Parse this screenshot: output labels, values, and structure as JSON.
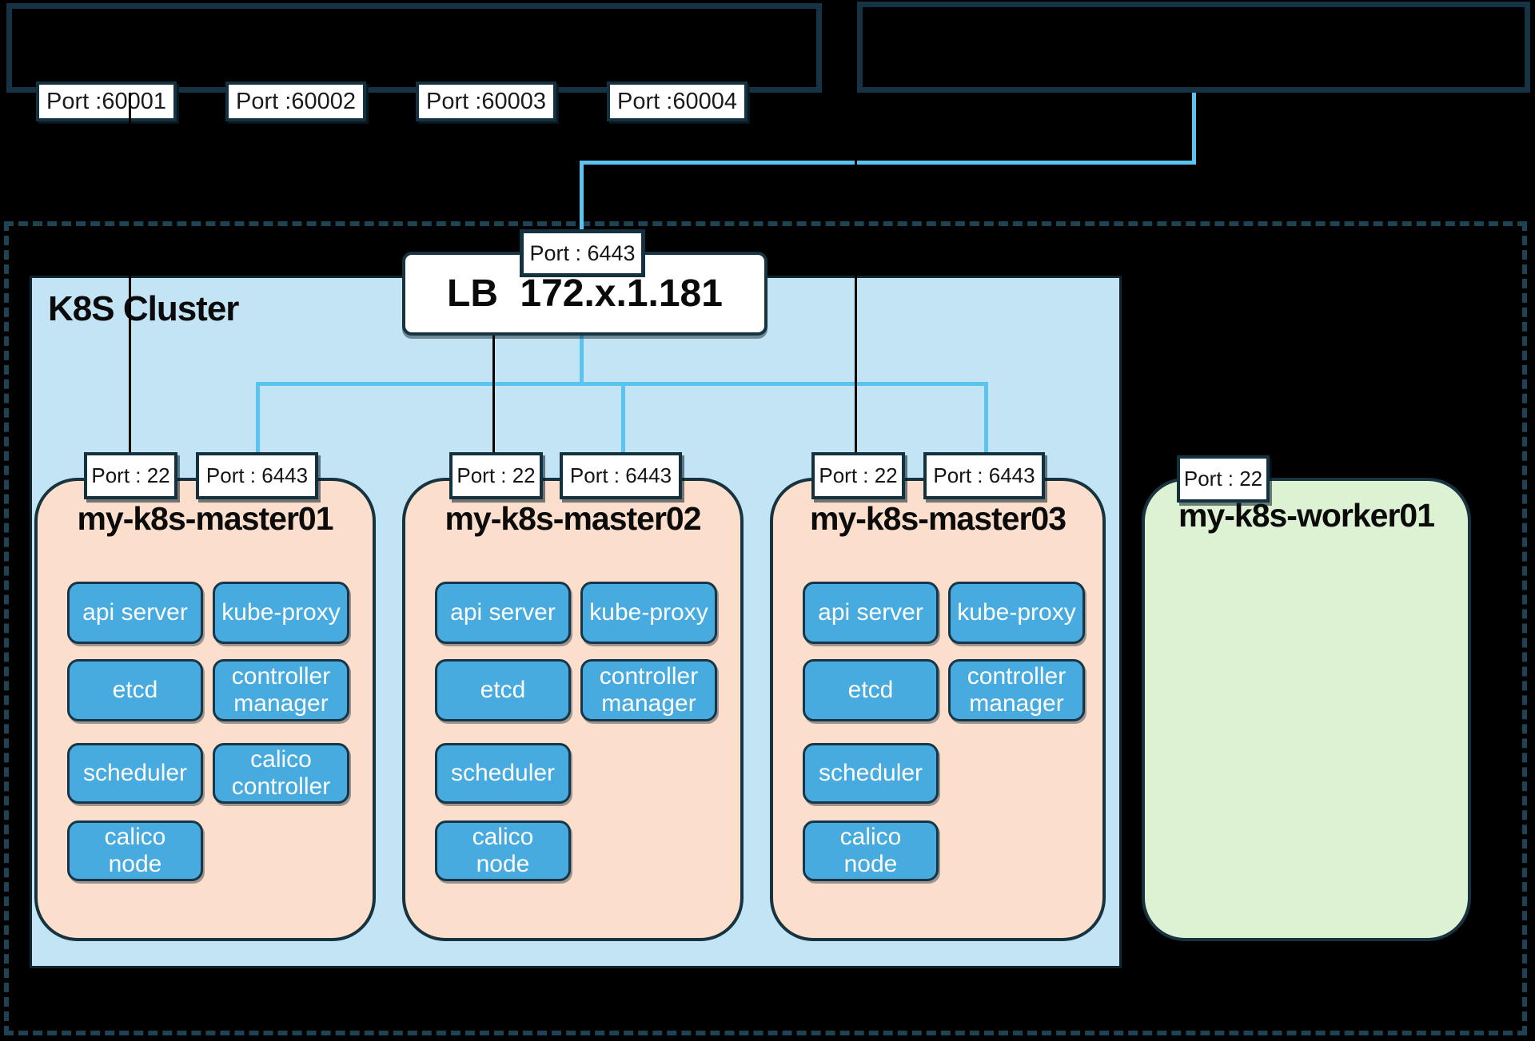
{
  "external": {
    "nodeport_labels": [
      "Port :60001",
      "Port :60002",
      "Port :60003",
      "Port :60004"
    ]
  },
  "load_balancer": {
    "port_label": "Port : 6443",
    "label": "LB 172.x.1.181"
  },
  "cluster": {
    "title": "K8S Cluster",
    "masters": [
      {
        "name": "my-k8s-master01",
        "port_ssh": "Port : 22",
        "port_api": "Port : 6443",
        "components": [
          "api server",
          "kube-proxy",
          "etcd",
          "controller\nmanager",
          "scheduler",
          "calico\ncontroller",
          "calico\nnode"
        ]
      },
      {
        "name": "my-k8s-master02",
        "port_ssh": "Port : 22",
        "port_api": "Port : 6443",
        "components": [
          "api server",
          "kube-proxy",
          "etcd",
          "controller\nmanager",
          "scheduler",
          "calico\nnode"
        ]
      },
      {
        "name": "my-k8s-master03",
        "port_ssh": "Port : 22",
        "port_api": "Port : 6443",
        "components": [
          "api server",
          "kube-proxy",
          "etcd",
          "controller\nmanager",
          "scheduler",
          "calico\nnode"
        ]
      }
    ]
  },
  "worker": {
    "name": "my-k8s-worker01",
    "port_ssh": "Port : 22"
  },
  "colors": {
    "cluster_bg": "#C2E4F4",
    "master_bg": "#FBDFCC",
    "worker_bg": "#DDF1D3",
    "component_bg": "#47ABDF",
    "link_sky": "#5BC3F0",
    "border_dark": "#16333F",
    "dashed_border": "#1D4355"
  }
}
